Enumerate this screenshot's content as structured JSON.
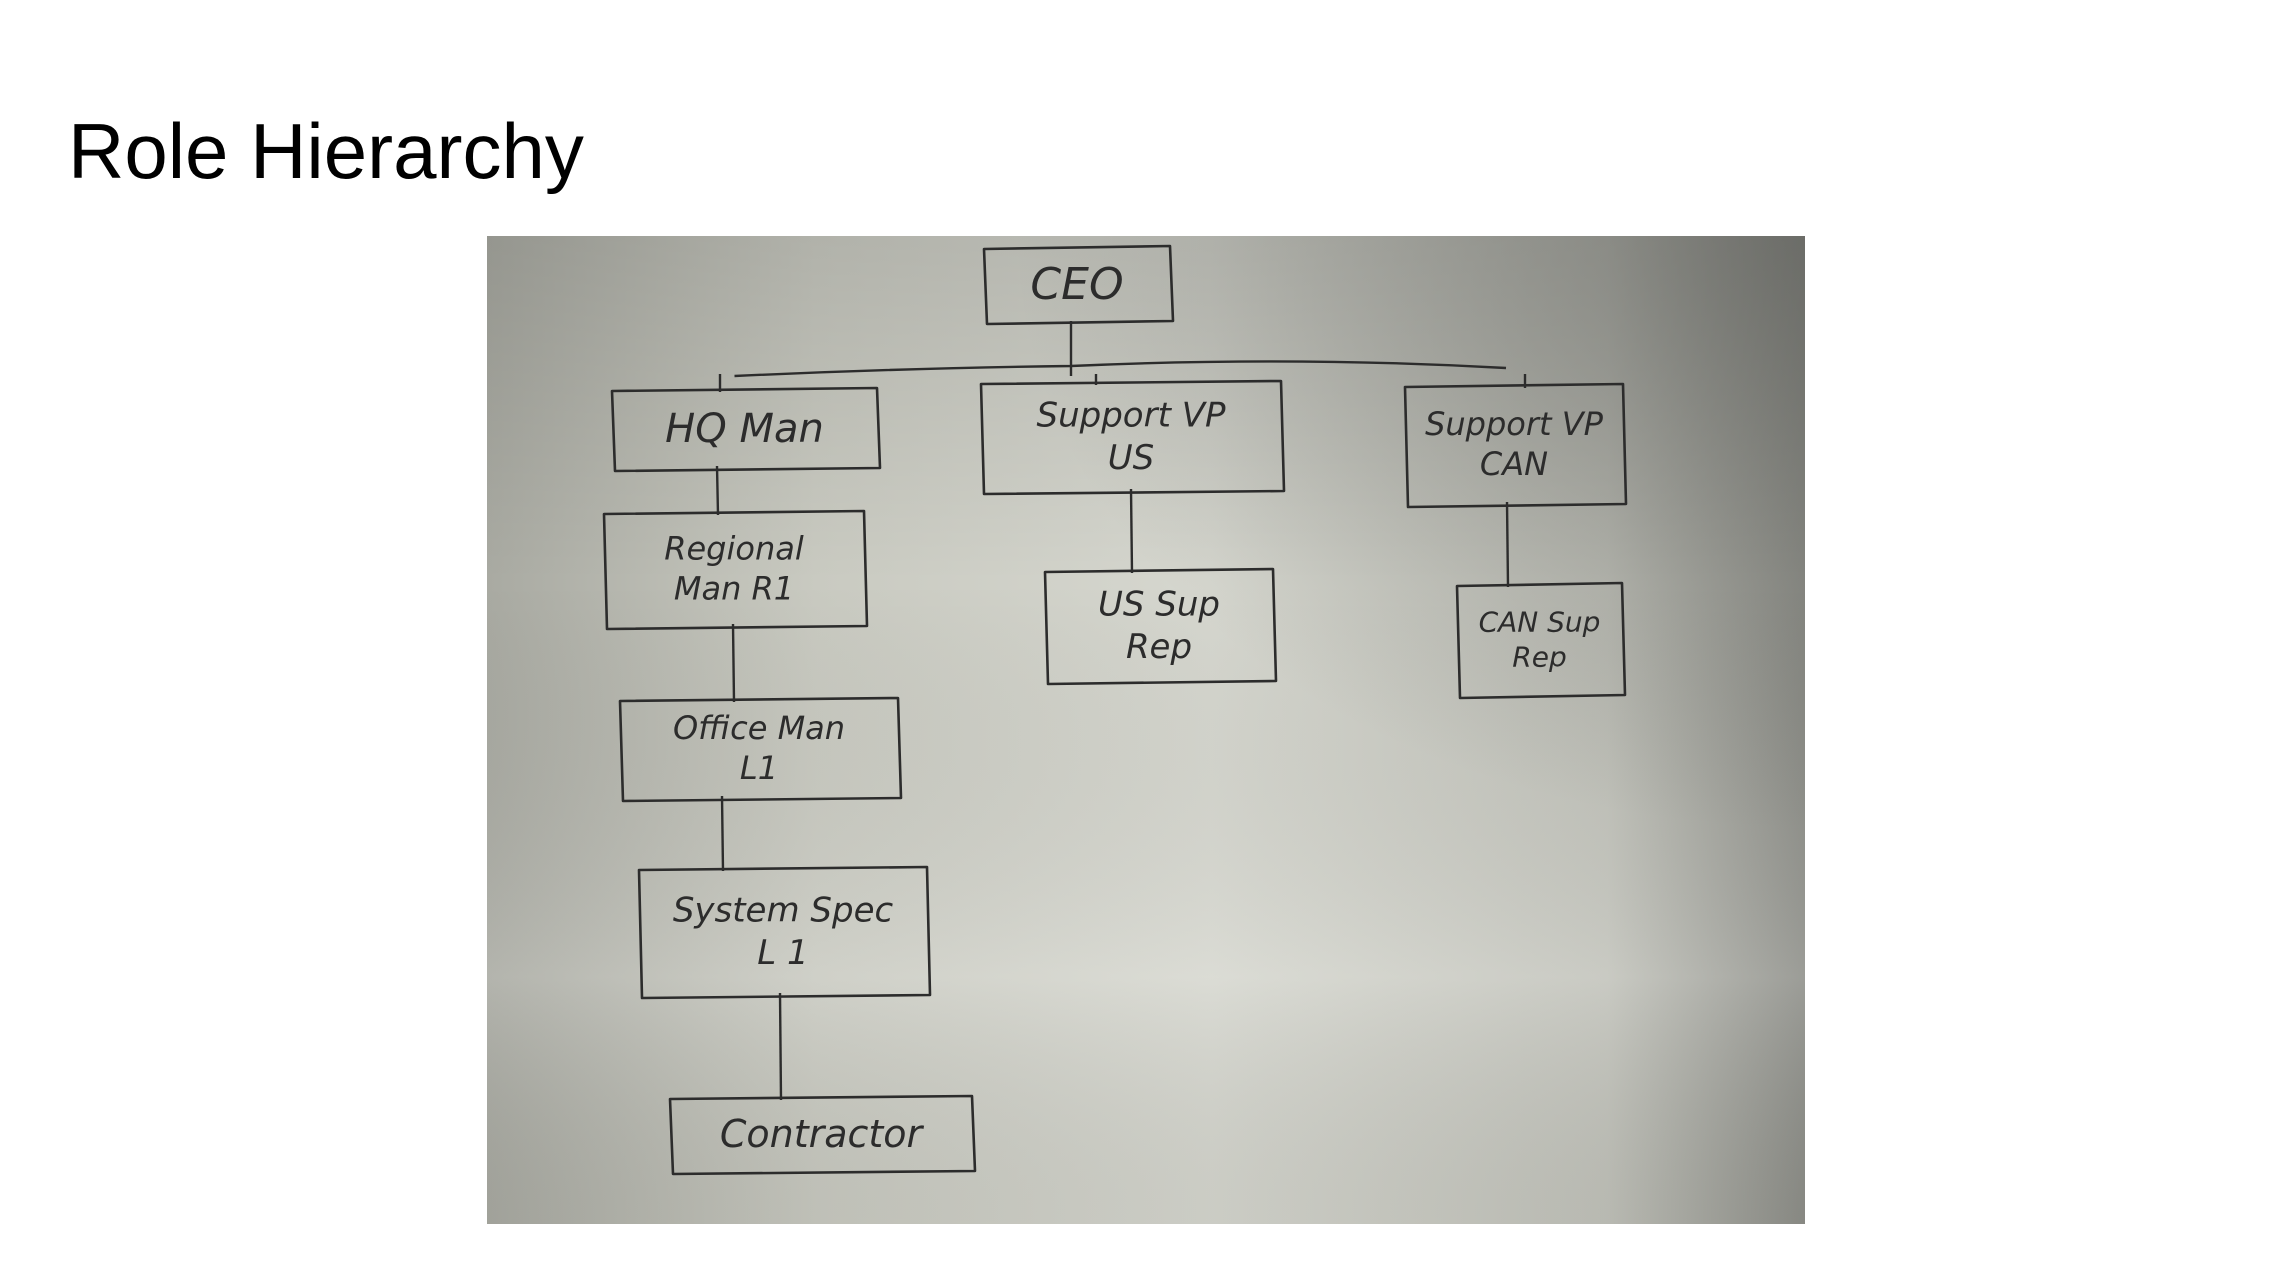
{
  "slide": {
    "title": "Role Hierarchy"
  },
  "diagram": {
    "nodes": [
      {
        "id": "ceo",
        "lines": [
          "CEO"
        ]
      },
      {
        "id": "hq-man",
        "lines": [
          "HQ Man"
        ]
      },
      {
        "id": "support-vp-us",
        "lines": [
          "Support VP",
          "US"
        ]
      },
      {
        "id": "support-vp-can",
        "lines": [
          "Support VP",
          "CAN"
        ]
      },
      {
        "id": "regional-man-r1",
        "lines": [
          "Regional",
          "Man R1"
        ]
      },
      {
        "id": "us-sup-rep",
        "lines": [
          "US Sup",
          "Rep"
        ]
      },
      {
        "id": "can-sup-rep",
        "lines": [
          "CAN Sup",
          "Rep"
        ]
      },
      {
        "id": "office-man-l1",
        "lines": [
          "Office Man",
          "L1"
        ]
      },
      {
        "id": "system-spec-l1",
        "lines": [
          "System Spec",
          "L 1"
        ]
      },
      {
        "id": "contractor",
        "lines": [
          "Contractor"
        ]
      }
    ],
    "edges": [
      [
        "ceo",
        "hq-man"
      ],
      [
        "ceo",
        "support-vp-us"
      ],
      [
        "ceo",
        "support-vp-can"
      ],
      [
        "hq-man",
        "regional-man-r1"
      ],
      [
        "regional-man-r1",
        "office-man-l1"
      ],
      [
        "office-man-l1",
        "system-spec-l1"
      ],
      [
        "system-spec-l1",
        "contractor"
      ],
      [
        "support-vp-us",
        "us-sup-rep"
      ],
      [
        "support-vp-can",
        "can-sup-rep"
      ]
    ],
    "colors": {
      "paper_light": "#dfe0d8",
      "paper_mid": "#bfc1b6",
      "paper_dark": "#8b8c86",
      "ink": "#2c2c2c"
    }
  }
}
